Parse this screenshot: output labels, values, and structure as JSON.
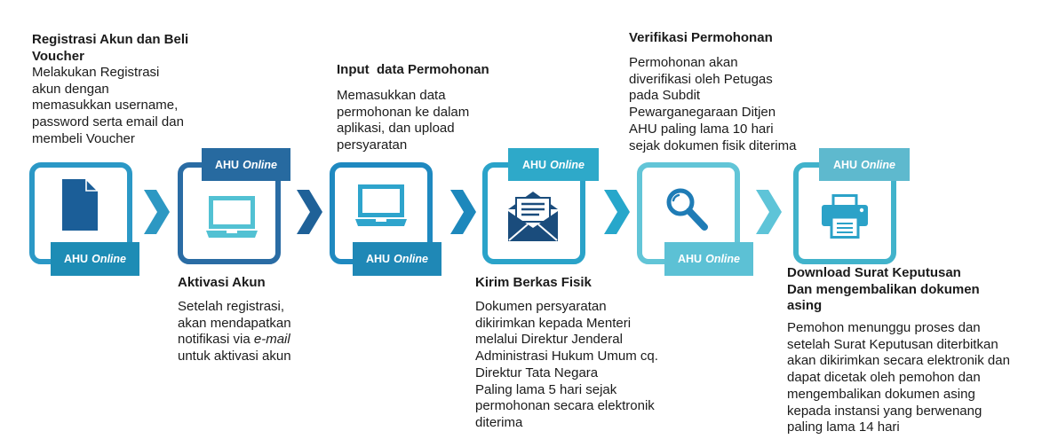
{
  "badge": {
    "prefix": "AHU",
    "suffix": "Online"
  },
  "steps": [
    {
      "title": [
        "Registrasi Akun dan Beli",
        "Voucher"
      ],
      "description": [
        "Melakukan Registrasi",
        "akun dengan",
        "memasukkan username,",
        "password serta email dan",
        "membeli Voucher"
      ],
      "icon": "document-icon",
      "colors": {
        "frame": "#2b98c6",
        "icon": "#1b5e98",
        "badge": "#1d8cb5"
      }
    },
    {
      "title": [
        "Aktivasi Akun"
      ],
      "description": [
        "Setelah registrasi,",
        "akan mendapatkan",
        "notifikasi via",
        "untuk aktivasi akun"
      ],
      "description_em": "e-mail",
      "icon": "laptop-icon",
      "colors": {
        "frame": "#2a6ca4",
        "icon": "#52c1d3",
        "badge": "#276aa0"
      }
    },
    {
      "title": [
        "Input  data Permohonan"
      ],
      "description": [
        "Memasukkan data",
        "permohonan ke dalam",
        "aplikasi, dan upload",
        "persyaratan"
      ],
      "icon": "laptop-icon",
      "colors": {
        "frame": "#1f89c0",
        "icon": "#2ea4cc",
        "badge": "#1f88b6"
      }
    },
    {
      "title": [
        "Kirim Berkas Fisik"
      ],
      "description": [
        "Dokumen persyaratan",
        "dikirimkan kepada Menteri",
        "melalui Direktur Jenderal",
        "Administrasi Hukum Umum cq.",
        "Direktur Tata Negara",
        "Paling lama 5 hari sejak",
        "permohonan secara elektronik",
        "diterima"
      ],
      "icon": "envelope-icon",
      "colors": {
        "frame": "#2aa3c9",
        "icon": "#1a4c7c",
        "badge": "#2ea9c9"
      }
    },
    {
      "title": [
        "Verifikasi Permohonan"
      ],
      "description": [
        "Permohonan akan",
        "diverifikasi oleh Petugas",
        "pada Subdit",
        "Pewarganegaraan Ditjen",
        "AHU paling lama 10 hari",
        "sejak dokumen fisik diterima"
      ],
      "icon": "magnifier-icon",
      "colors": {
        "frame": "#62c5d7",
        "icon": "#1f7cb6",
        "badge": "#5cc1d5"
      }
    },
    {
      "title": [
        "Download Surat Keputusan",
        "Dan mengembalikan dokumen",
        "asing"
      ],
      "description": [
        "Pemohon menunggu proses dan",
        "setelah Surat Keputusan diterbitkan",
        "akan dikirimkan secara elektronik dan",
        "dapat dicetak oleh pemohon dan",
        "mengembalikan dokumen asing",
        "kepada instansi yang berwenang",
        "paling lama 14 hari"
      ],
      "icon": "printer-icon",
      "colors": {
        "frame": "#41b3cb",
        "icon": "#2ba2c8",
        "badge": "#5eb9ce"
      }
    }
  ],
  "arrows": [
    {
      "icon": "chevron-right-icon",
      "color": "#2d98c3"
    },
    {
      "icon": "chevron-right-icon",
      "color": "#1f6198"
    },
    {
      "icon": "chevron-right-icon",
      "color": "#1d88bc"
    },
    {
      "icon": "chevron-right-icon",
      "color": "#27a7cb"
    },
    {
      "icon": "chevron-right-icon",
      "color": "#5ec4d8"
    }
  ]
}
